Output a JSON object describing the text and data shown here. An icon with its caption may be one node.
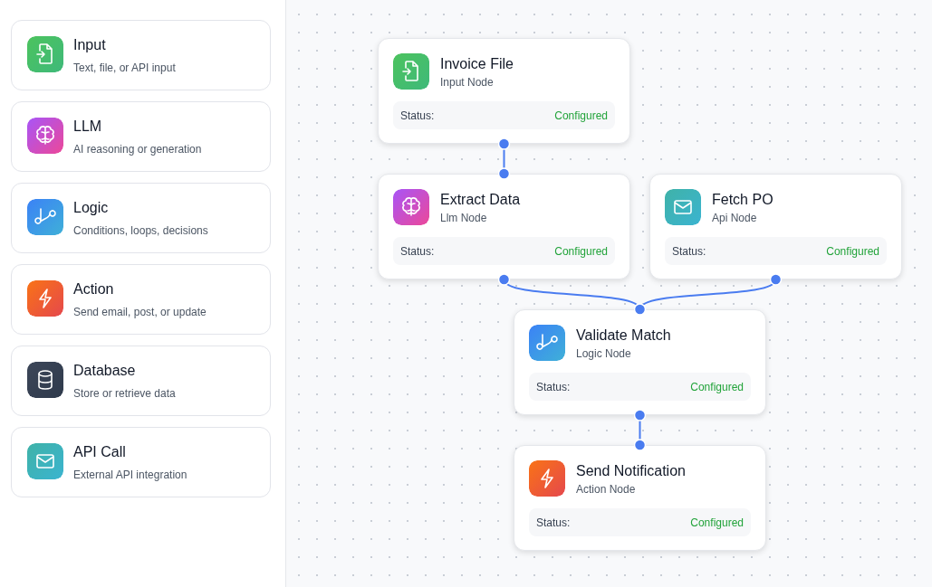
{
  "diagram": {
    "nodes": [
      {
        "text": [
          "Input",
          "Text, file, or API input"
        ]
      },
      {
        "text": [
          "LLM",
          "AI reasoning or generation"
        ]
      },
      {
        "text": [
          "Logic",
          "Conditions, loops, decisions"
        ]
      },
      {
        "text": [
          "Action",
          "Send email, post, or update"
        ]
      },
      {
        "text": [
          "Database",
          "Store or retrieve data"
        ]
      },
      {
        "text": [
          "API Call",
          "External API integration"
        ]
      },
      {
        "text": [
          "Invoice File",
          "Input Node",
          "Status:",
          "Configured"
        ]
      },
      {
        "text": [
          "Extract Data",
          "Llm Node",
          "Status:",
          "Configured"
        ]
      },
      {
        "text": [
          "Fetch PO",
          "Api Node",
          "Status:",
          "Configured"
        ]
      },
      {
        "text": [
          "Validate Match",
          "Logic Node",
          "Status:",
          "Configured"
        ]
      },
      {
        "text": [
          "Send Notification",
          "Action Node",
          "Status:",
          "Configured"
        ]
      }
    ],
    "edges": [
      {
        "from": 6,
        "to": 7,
        "arrow": "other"
      },
      {
        "from": 7,
        "to": 9,
        "arrow": "other"
      },
      {
        "from": 8,
        "to": 9,
        "arrow": "other"
      },
      {
        "from": 9,
        "to": 10,
        "arrow": "other"
      }
    ]
  }
}
